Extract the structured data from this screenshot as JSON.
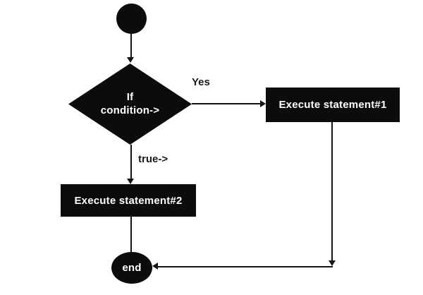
{
  "diagram": {
    "type": "flowchart",
    "colors": {
      "background": "#ffffff",
      "node_fill": "#0c0c0c",
      "node_text": "#ffffff",
      "line": "#141414",
      "label_text": "#1a1a1a"
    },
    "nodes": {
      "start": {
        "shape": "circle",
        "label": ""
      },
      "condition": {
        "shape": "diamond",
        "label": "If\ncondition->"
      },
      "statement1": {
        "shape": "rectangle",
        "label": "Execute statement#1"
      },
      "statement2": {
        "shape": "rectangle",
        "label": "Execute statement#2"
      },
      "end": {
        "shape": "ellipse",
        "label": "end"
      }
    },
    "edges": {
      "yes_label": "Yes",
      "true_label": "true->"
    }
  }
}
